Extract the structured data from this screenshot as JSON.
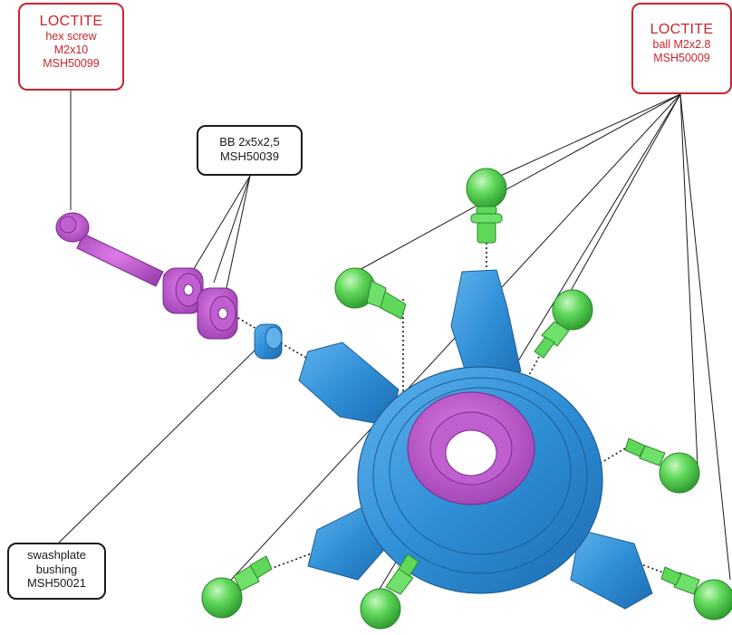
{
  "callouts": {
    "hex_screw": {
      "title": "LOCTITE",
      "lines": [
        "hex screw",
        "M2x10",
        "MSH50099"
      ]
    },
    "ball": {
      "title": "LOCTITE",
      "lines": [
        "ball M2x2.8",
        "MSH50009"
      ]
    },
    "bearing": {
      "lines": [
        "BB 2x5x2,5",
        "MSH50039"
      ]
    },
    "bushing": {
      "lines": [
        "swashplate",
        "bushing",
        "MSH50021"
      ]
    }
  },
  "colors": {
    "loctite_red": "#c8262c",
    "screw_purple": "#b04fc0",
    "swashplate_blue": "#2f8fd6",
    "ball_green": "#4fd04a",
    "leader_black": "#1a1a1a"
  },
  "parts": [
    {
      "name": "hex-screw",
      "color": "purple"
    },
    {
      "name": "ball-bearing",
      "count": 2,
      "color": "purple"
    },
    {
      "name": "swashplate-bushing",
      "color": "blue"
    },
    {
      "name": "swashplate",
      "color": "blue"
    },
    {
      "name": "ball-link",
      "count": 7,
      "color": "green"
    }
  ]
}
